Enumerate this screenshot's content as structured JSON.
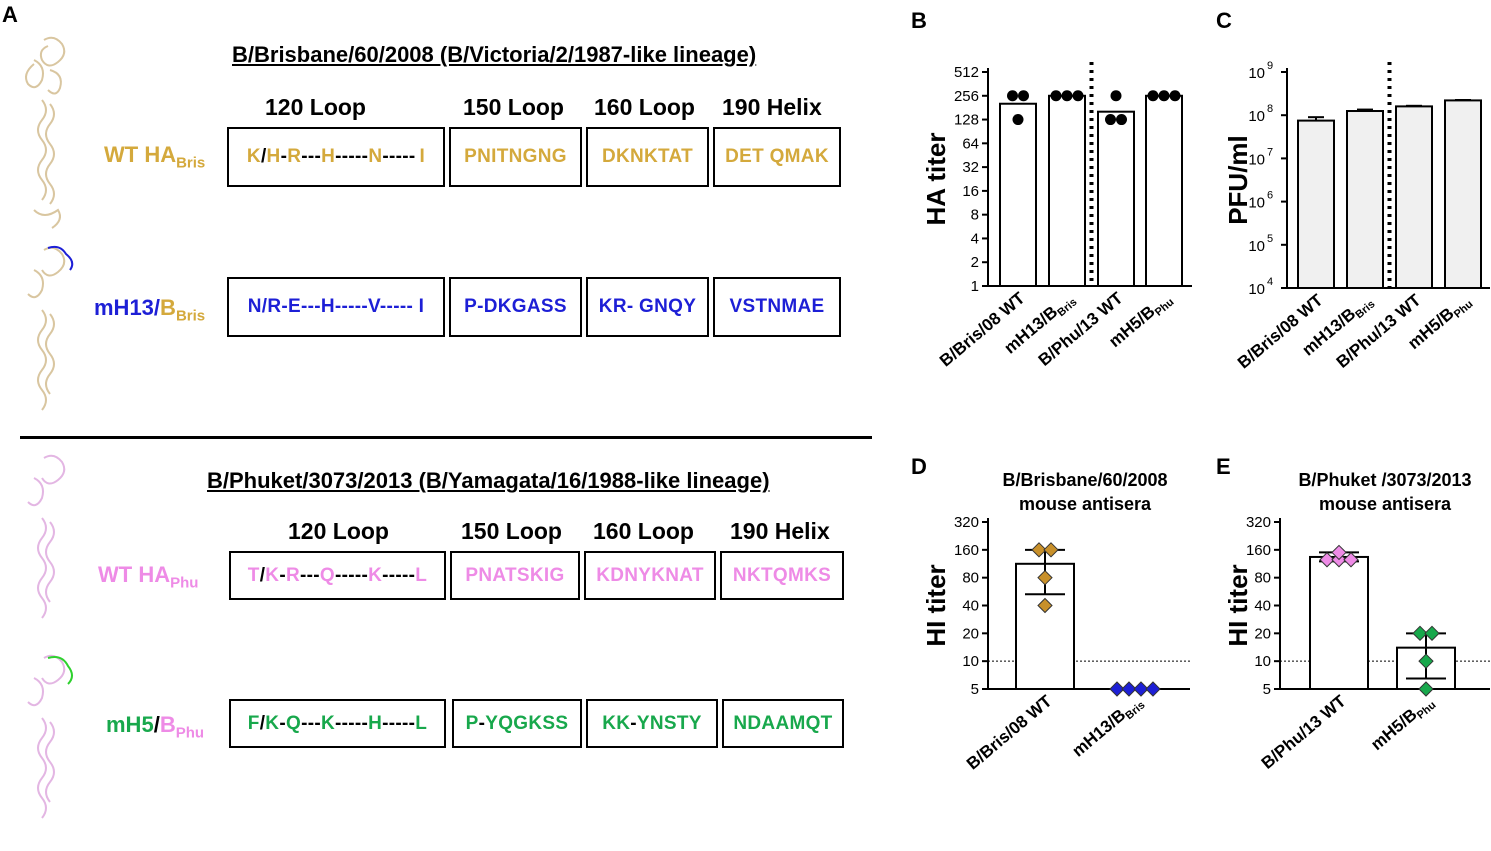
{
  "panel_a": {
    "letter": "A",
    "top": {
      "title": "B/Brisbane/60/2008 (B/Victoria/2/1987-like lineage)",
      "headers": [
        "120 Loop",
        "150 Loop",
        "160 Loop",
        "190 Helix"
      ],
      "row1": {
        "label_main": "WT HA",
        "label_sub": "Bris",
        "loop120": [
          "K",
          "/",
          "H",
          "-",
          "R",
          "---",
          "H",
          "-----",
          "N",
          "-----",
          "I"
        ],
        "loop150": "PNITNGNG",
        "loop160": "DKNKTAT",
        "helix190": "DET QMAK"
      },
      "row2": {
        "label_main": "mH13/",
        "label_b": "B",
        "label_sub": "Bris",
        "loop120": "N/R-E---H-----V----- I",
        "loop150": "P-DKGASS",
        "loop160": "KR- GNQY",
        "helix190": "VSTNMAE"
      }
    },
    "bottom": {
      "title": "B/Phuket/3073/2013 (B/Yamagata/16/1988-like lineage)",
      "headers": [
        "120 Loop",
        "150 Loop",
        "160 Loop",
        "190 Helix"
      ],
      "row1": {
        "label_main": "WT HA",
        "label_sub": "Phu",
        "loop120": [
          "T",
          "/",
          "K",
          "-",
          "R",
          "---",
          "Q",
          "-----",
          "K",
          "-----",
          "L"
        ],
        "loop150": "PNATSKIG",
        "loop160": "KDNYKNAT",
        "helix190": "NKTQMKS"
      },
      "row2": {
        "label_main": "mH5",
        "label_slash": "/",
        "label_b": "B",
        "label_sub": "Phu",
        "loop120": [
          "F",
          "/",
          "K",
          "-",
          "Q",
          "---",
          "K",
          "-----",
          "H",
          "-----",
          "L"
        ],
        "loop150": [
          "P",
          "-",
          "YQGKSS"
        ],
        "loop160": [
          "KK",
          "-",
          "YNSTY"
        ],
        "helix190": "NDAAMQT"
      }
    }
  },
  "chart_data": [
    {
      "letter": "B",
      "type": "bar",
      "ylabel": "HA titer",
      "scale": "log2",
      "yticks": [
        "1",
        "2",
        "4",
        "8",
        "16",
        "32",
        "64",
        "128",
        "256",
        "512"
      ],
      "ylim": [
        1,
        512
      ],
      "categories": [
        "B/Bris/08 WT",
        "mH13/BBris",
        "B/Phu/13 WT",
        "mH5/BPhu"
      ],
      "category_labels": [
        {
          "main": "B/Bris/08 WT",
          "sub": ""
        },
        {
          "main": "mH13/B",
          "sub": "Bris"
        },
        {
          "main": "B/Phu/13 WT",
          "sub": ""
        },
        {
          "main": "mH5/B",
          "sub": "Phu"
        }
      ],
      "values": [
        203,
        256,
        161,
        256
      ],
      "points": [
        [
          256,
          256,
          128
        ],
        [
          256,
          256,
          256
        ],
        [
          256,
          128,
          128
        ],
        [
          256,
          256,
          256
        ]
      ],
      "divider_after": 2
    },
    {
      "letter": "C",
      "type": "bar",
      "ylabel": "PFU/ml",
      "scale": "log10",
      "yticks": [
        {
          "base": "10",
          "exp": "4"
        },
        {
          "base": "10",
          "exp": "5"
        },
        {
          "base": "10",
          "exp": "6"
        },
        {
          "base": "10",
          "exp": "7"
        },
        {
          "base": "10",
          "exp": "8"
        },
        {
          "base": "10",
          "exp": "9"
        }
      ],
      "ylim": [
        10000,
        1000000000
      ],
      "category_labels": [
        {
          "main": "B/Bris/08 WT",
          "sub": ""
        },
        {
          "main": "mH13/B",
          "sub": "Bris"
        },
        {
          "main": "B/Phu/13 WT",
          "sub": ""
        },
        {
          "main": "mH5/B",
          "sub": "Phu"
        }
      ],
      "values": [
        75000000,
        125000000,
        160000000,
        220000000
      ],
      "errors": [
        15000000,
        10000000,
        5000000,
        5000000
      ],
      "divider_after": 2
    },
    {
      "letter": "D",
      "type": "bar",
      "title": "B/Brisbane/60/2008\nmouse antisera",
      "title_lines": [
        "B/Brisbane/60/2008",
        "mouse antisera"
      ],
      "ylabel": "HI titer",
      "scale": "log2",
      "yticks": [
        "5",
        "10",
        "20",
        "40",
        "80",
        "160",
        "320"
      ],
      "ylim": [
        5,
        320
      ],
      "threshold": 10,
      "category_labels": [
        {
          "main": "B/Bris/08 WT",
          "sub": ""
        },
        {
          "main": "mH13/B",
          "sub": "Bris"
        }
      ],
      "values": [
        113,
        5
      ],
      "errors_low": [
        53,
        5
      ],
      "errors_high": [
        160,
        5
      ],
      "points": [
        [
          160,
          160,
          80,
          40
        ],
        [
          5,
          5,
          5,
          5
        ]
      ],
      "point_colors": [
        "#c8902a",
        "#1d1fd6"
      ]
    },
    {
      "letter": "E",
      "type": "bar",
      "title": "B/Phuket /3073/2013\nmouse antisera",
      "title_lines": [
        "B/Phuket /3073/2013",
        "mouse antisera"
      ],
      "ylabel": "HI titer",
      "scale": "log2",
      "yticks": [
        "5",
        "10",
        "20",
        "40",
        "80",
        "160",
        "320"
      ],
      "ylim": [
        5,
        320
      ],
      "threshold": 10,
      "category_labels": [
        {
          "main": "B/Phu/13 WT",
          "sub": ""
        },
        {
          "main": "mH5/B",
          "sub": "Phu"
        }
      ],
      "values": [
        134,
        14
      ],
      "errors_low": [
        120,
        6.5
      ],
      "errors_high": [
        150,
        20
      ],
      "points": [
        [
          125,
          125,
          125,
          150
        ],
        [
          20,
          20,
          10,
          5
        ]
      ],
      "point_colors": [
        "#ee8be6",
        "#18a84c"
      ]
    }
  ],
  "colors": {
    "gold": "#d4a93c",
    "blue": "#1d1fd6",
    "pink": "#ee8be6",
    "green": "#18a84c",
    "bar_fill_c": "#f0f0f0"
  }
}
